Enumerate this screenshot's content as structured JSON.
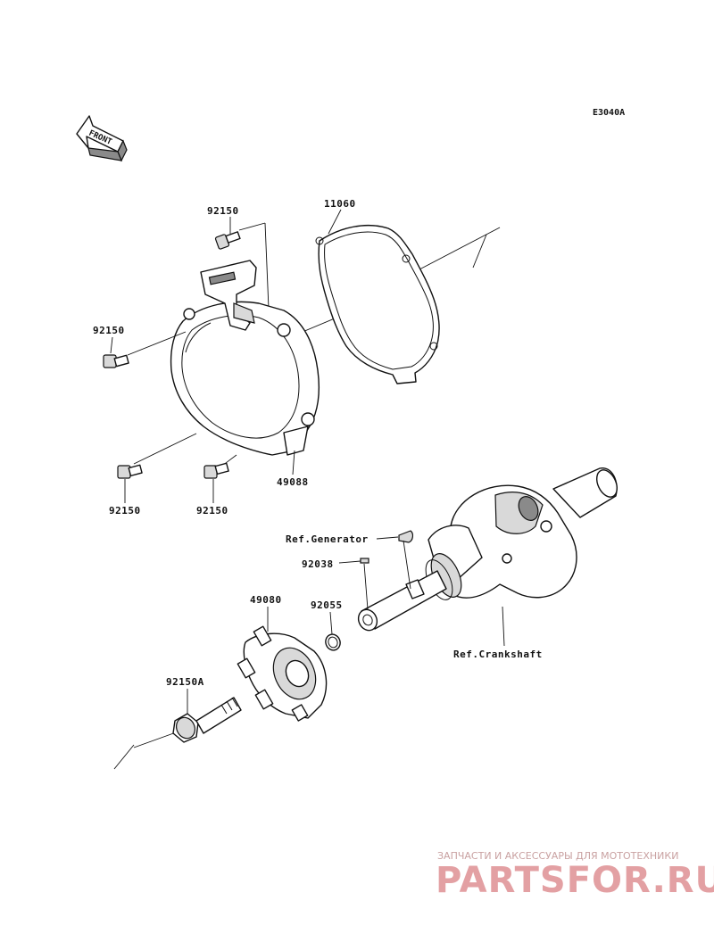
{
  "diagram": {
    "code": "E3040A",
    "front_label": "FRONT",
    "labels": {
      "p92150_top": "92150",
      "p11060": "11060",
      "p92150_left": "92150",
      "p49088": "49088",
      "p92150_bl": "92150",
      "p92150_bm": "92150",
      "ref_generator": "Ref.Generator",
      "p92038": "92038",
      "p49080": "49080",
      "p92055": "92055",
      "ref_crankshaft": "Ref.Crankshaft",
      "p92150A": "92150A"
    }
  },
  "watermark": {
    "tagline": "ЗАПЧАСТИ И АКСЕССУАРЫ ДЛЯ МОТОТЕХНИКИ",
    "brand": "PARTSFOR.RU",
    "color": "#e3a0a3"
  }
}
